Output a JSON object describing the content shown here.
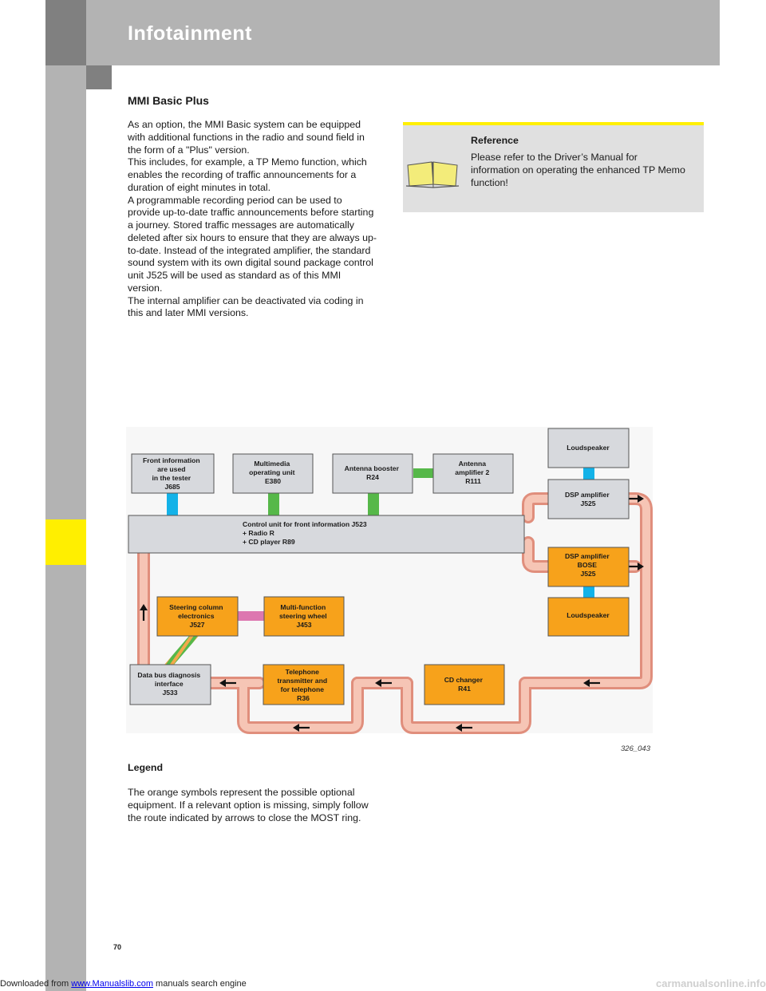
{
  "header": {
    "title": "Infotainment"
  },
  "section_title": "MMI Basic Plus",
  "body_paragraphs": [
    "As an option, the MMI Basic system can be equipped with additional functions in the radio and sound field in the form of a \"Plus\" version.",
    "This includes, for example, a TP Memo function, which enables the recording of traffic announcements for a duration of eight minutes in total.",
    "A programmable recording period can be used to provide up-to-date traffic announcements before starting a journey. Stored traffic messages are automatically deleted after six hours to ensure that they are always up-to-date. Instead of the integrated amplifier, the standard sound system with its own digital sound package control unit J525 will be used as standard as of this MMI version.",
    "The internal amplifier can be deactivated via coding in this and later MMI versions."
  ],
  "reference": {
    "title": "Reference",
    "text": "Please refer to the Driver’s Manual for information on operating the enhanced TP Memo function!",
    "icon": "open-book-icon"
  },
  "diagram": {
    "figure_id": "326_043",
    "boxes": {
      "front_info_tester": [
        "Front information",
        "are used",
        "in the tester",
        "J685"
      ],
      "multimedia_unit": [
        "Multimedia",
        "operating unit",
        "E380"
      ],
      "antenna_booster": [
        "Antenna booster",
        "R24"
      ],
      "antenna_amp2": [
        "Antenna",
        "amplifier 2",
        "R111"
      ],
      "loudspeaker_top": [
        "Loudspeaker"
      ],
      "dsp_amp": [
        "DSP amplifier",
        "J525"
      ],
      "control_unit": [
        "Control unit for front information J523",
        "+ Radio R",
        "+ CD player R89"
      ],
      "dsp_bose": [
        "DSP amplifier",
        "BOSE",
        "J525"
      ],
      "loudspeaker_bottom": [
        "Loudspeaker"
      ],
      "steering_column": [
        "Steering column",
        "electronics",
        "J527"
      ],
      "mf_steering_wheel": [
        "Multi-function",
        "steering wheel",
        "J453"
      ],
      "data_bus_diag": [
        "Data bus diagnosis",
        "interface",
        "J533"
      ],
      "telephone": [
        "Telephone",
        "transmitter and",
        "for telephone",
        "R36"
      ],
      "cd_changer": [
        "CD changer",
        "R41"
      ]
    },
    "colors": {
      "grey_box": "#d7d9dd",
      "orange_box": "#f7a21b",
      "ring": "#f6b9a6",
      "blue_link": "#13b2e8",
      "green_link": "#56b849",
      "pink_link": "#dd77b0"
    }
  },
  "legend": {
    "title": "Legend",
    "text": "The orange symbols represent the possible optional equipment. If a relevant option is missing, simply follow the route indicated by arrows to close the MOST ring."
  },
  "page_number": "70",
  "footer": {
    "prefix": "Downloaded from",
    "link": "www.Manualslib.com",
    "suffix": "manuals search engine",
    "watermark": "carmanualsonline.info"
  }
}
